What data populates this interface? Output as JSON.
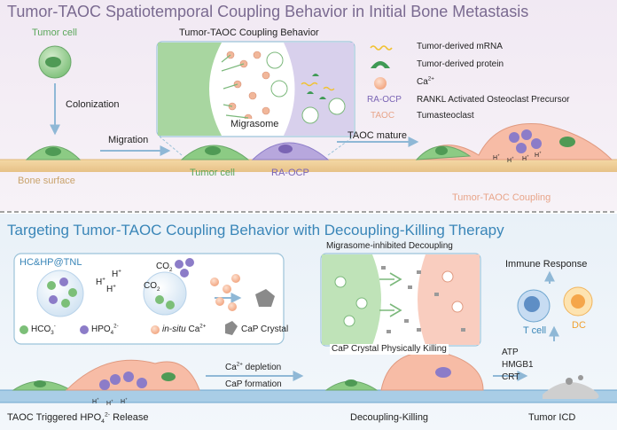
{
  "top": {
    "title": "Tumor-TAOC Spatiotemporal Coupling Behavior in Initial Bone Metastasis",
    "tumor_cell": "Tumor cell",
    "colonization": "Colonization",
    "migration": "Migration",
    "bone_surface": "Bone surface",
    "tumor_cell_2": "Tumor cell",
    "ra_ocp": "RA-OCP",
    "coupling_behavior": "Tumor-TAOC Coupling Behavior",
    "migrasome": "Migrasome",
    "taoc_mature": "TAOC mature",
    "tumor_taoc_coupling": "Tumor-TAOC Coupling",
    "legend": {
      "mrna": "Tumor-derived mRNA",
      "protein": "Tumor-derived protein",
      "ca_base": "Ca",
      "ca_sup": "2+",
      "raocp_abbr": "RA-OCP",
      "raocp_full": "RANKL Activated Osteoclast Precursor",
      "taoc_abbr": "TAOC",
      "taoc_full": "Tumasteoclast"
    }
  },
  "bottom": {
    "title": "Targeting Tumor-TAOC Coupling Behavior with Decoupling-Killing Therapy",
    "hc_label": "HC&HP@TNL",
    "h": "H",
    "h_sup": "+",
    "co2_base": "CO",
    "co2_sub": "2",
    "hco3_base": "HCO",
    "hco3_sub": "3",
    "hco3_sup": "-",
    "hpo4_base": "HPO",
    "hpo4_sub": "4",
    "hpo4_sup": "2-",
    "insitu_italic": "in-situ",
    "ca_base": "Ca",
    "ca_sup": "2+",
    "cap_crystal": "CaP Crystal",
    "decoupling_title": "Migrasome-inhibited Decoupling",
    "physically_killing": "CaP Crystal Physically Killing",
    "immune_response": "Immune Response",
    "t_cell": "T cell",
    "dc": "DC",
    "atp": "ATP",
    "hmgb1": "HMGB1",
    "crt": "CRT",
    "ca_depletion": " depletion",
    "cap_formation": "CaP formation",
    "release_pre": "TAOC Triggered HPO",
    "release_post": " Release",
    "decoupling_killing": "Decoupling-Killing",
    "tumor_icd": "Tumor ICD"
  },
  "colors": {
    "title": "#7a6a90",
    "subtitle_blue": "#3a86b8",
    "tumor_green": "#5aa65a",
    "raocp_purple": "#7a64b4",
    "taoc_peach": "#e8a58a",
    "bone_tan": "#c9a36c"
  }
}
